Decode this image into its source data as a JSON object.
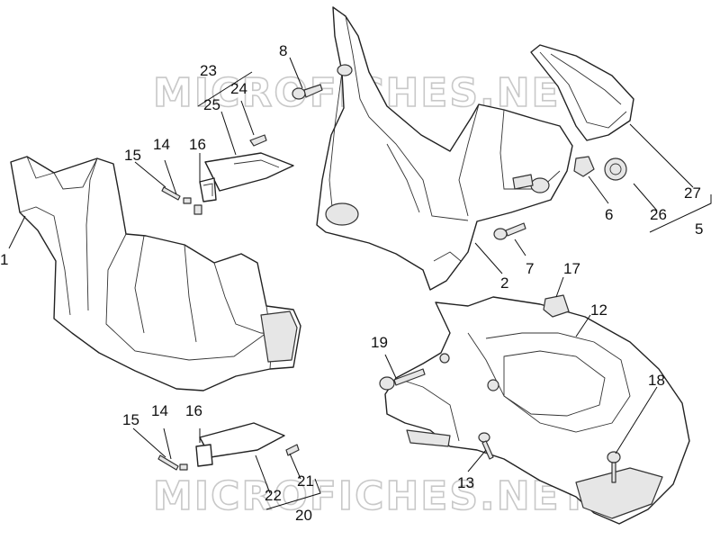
{
  "watermark": "MICROFICHES.NET",
  "callouts": [
    "1",
    "2",
    "5",
    "6",
    "7",
    "8",
    "12",
    "13",
    "14",
    "15",
    "16",
    "17",
    "18",
    "19",
    "20",
    "21",
    "22",
    "23",
    "24",
    "25",
    "26",
    "27"
  ]
}
